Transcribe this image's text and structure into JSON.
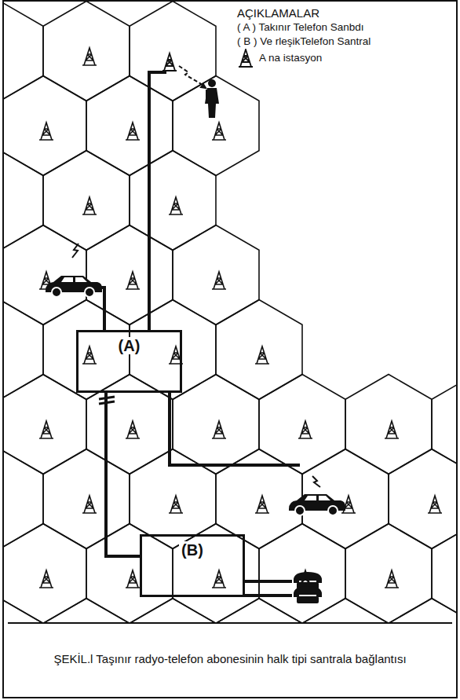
{
  "diagram": {
    "caption": "ŞEKİL.l Taşınır radyo-telefon abonesinin halk tipi santrala bağlantısı",
    "nodes": [
      {
        "text": [
          "(A)"
        ]
      },
      {
        "text": [
          "(B)"
        ]
      }
    ],
    "edges": [
      {
        "from": 0,
        "to": 1,
        "arrow": "none"
      }
    ],
    "labels": [
      "AÇIKLAMALAR"
    ],
    "legend": [
      {
        "text": "( A ) Takınır Telefon Sanbdı"
      },
      {
        "text": "( B ) Ve rleşikTelefon Santral"
      },
      {
        "text": "A na istasyon"
      }
    ]
  }
}
